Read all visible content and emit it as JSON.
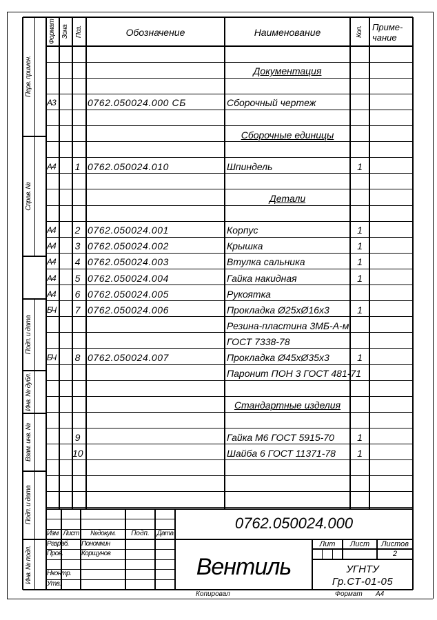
{
  "headers": {
    "format": "Формат",
    "zone": "Зона",
    "pos": "Поз.",
    "designation": "Обозначение",
    "name": "Наименование",
    "qty": "Кол.",
    "note_line1": "Приме-",
    "note_line2": "чание"
  },
  "side_labels": {
    "perv_primen": "Перв. примен.",
    "sprav_no": "Справ. №",
    "podp_data_1": "Подп. и дата",
    "inv_dubl": "Инв. № дубл.",
    "vzam_inv": "Взам. инв. №",
    "podp_data_2": "Подп. и дата",
    "inv_podl": "Инв. № подл."
  },
  "rows": [
    {
      "format": "",
      "pos": "",
      "designation": "",
      "name": "",
      "qty": ""
    },
    {
      "format": "",
      "pos": "",
      "designation": "",
      "name": "Документация",
      "qty": "",
      "section": true
    },
    {
      "format": "",
      "pos": "",
      "designation": "",
      "name": "",
      "qty": ""
    },
    {
      "format": "А3",
      "pos": "",
      "designation": "0762.050024.000 СБ",
      "name": "Сборочный чертеж",
      "qty": ""
    },
    {
      "format": "",
      "pos": "",
      "designation": "",
      "name": "",
      "qty": ""
    },
    {
      "format": "",
      "pos": "",
      "designation": "",
      "name": "Сборочные единицы",
      "qty": "",
      "section": true
    },
    {
      "format": "",
      "pos": "",
      "designation": "",
      "name": "",
      "qty": ""
    },
    {
      "format": "А4",
      "pos": "1",
      "designation": "0762.050024.010",
      "name": "Шпиндель",
      "qty": "1"
    },
    {
      "format": "",
      "pos": "",
      "designation": "",
      "name": "",
      "qty": ""
    },
    {
      "format": "",
      "pos": "",
      "designation": "",
      "name": "Детали",
      "qty": "",
      "section": true
    },
    {
      "format": "",
      "pos": "",
      "designation": "",
      "name": "",
      "qty": ""
    },
    {
      "format": "А4",
      "pos": "2",
      "designation": "0762.050024.001",
      "name": "Корпус",
      "qty": "1"
    },
    {
      "format": "А4",
      "pos": "3",
      "designation": "0762.050024.002",
      "name": "Крышка",
      "qty": "1"
    },
    {
      "format": "А4",
      "pos": "4",
      "designation": "0762.050024.003",
      "name": "Втулка сальника",
      "qty": "1"
    },
    {
      "format": "А4",
      "pos": "5",
      "designation": "0762.050024.004",
      "name": "Гайка накидная",
      "qty": "1"
    },
    {
      "format": "А4",
      "pos": "6",
      "designation": "0762.050024.005",
      "name": "Рукоятка",
      "qty": ""
    },
    {
      "format": "БЧ",
      "pos": "7",
      "designation": "0762.050024.006",
      "name": "Прокладка Ø25хØ16х3",
      "qty": "1"
    },
    {
      "format": "",
      "pos": "",
      "designation": "",
      "name": "Резина-пластина 3МБ-А-м",
      "qty": ""
    },
    {
      "format": "",
      "pos": "",
      "designation": "",
      "name": "ГОСТ 7338-78",
      "qty": ""
    },
    {
      "format": "БЧ",
      "pos": "8",
      "designation": "0762.050024.007",
      "name": "Прокладка Ø45хØ35х3",
      "qty": "1"
    },
    {
      "format": "",
      "pos": "",
      "designation": "",
      "name": "Паронит ПОН 3 ГОСТ 481-71",
      "qty": ""
    },
    {
      "format": "",
      "pos": "",
      "designation": "",
      "name": "",
      "qty": ""
    },
    {
      "format": "",
      "pos": "",
      "designation": "",
      "name": "Стандартные изделия",
      "qty": "",
      "section": true
    },
    {
      "format": "",
      "pos": "",
      "designation": "",
      "name": "",
      "qty": ""
    },
    {
      "format": "",
      "pos": "9",
      "designation": "",
      "name": "Гайка М6 ГОСТ 5915-70",
      "qty": "1"
    },
    {
      "format": "",
      "pos": "10",
      "designation": "",
      "name": "Шайба 6 ГОСТ 11371-78",
      "qty": "1"
    },
    {
      "format": "",
      "pos": "",
      "designation": "",
      "name": "",
      "qty": ""
    },
    {
      "format": "",
      "pos": "",
      "designation": "",
      "name": "",
      "qty": ""
    },
    {
      "format": "",
      "pos": "",
      "designation": "",
      "name": "",
      "qty": ""
    }
  ],
  "title_block": {
    "doc_number": "0762.050024.000",
    "title": "Вентиль",
    "col_izm": "Изм",
    "col_list": "Лист",
    "col_ndokum": "№докум.",
    "col_podp": "Подп.",
    "col_data": "Дата",
    "razrab_label": "Разраб.",
    "razrab_name": "Пономкин",
    "prov_label": "Пров.",
    "prov_name": "Корщунов",
    "nkontr_label": "Нконтр.",
    "utv_label": "Утв.",
    "lit_label": "Лит",
    "list_label": "Лист",
    "listov_label": "Листов",
    "listov_value": "2",
    "org_line1": "УГНТУ",
    "org_line2": "Гр.СТ-01-05"
  },
  "footer": {
    "copied": "Копировал",
    "format_label": "Формат",
    "format_value": "А4"
  }
}
